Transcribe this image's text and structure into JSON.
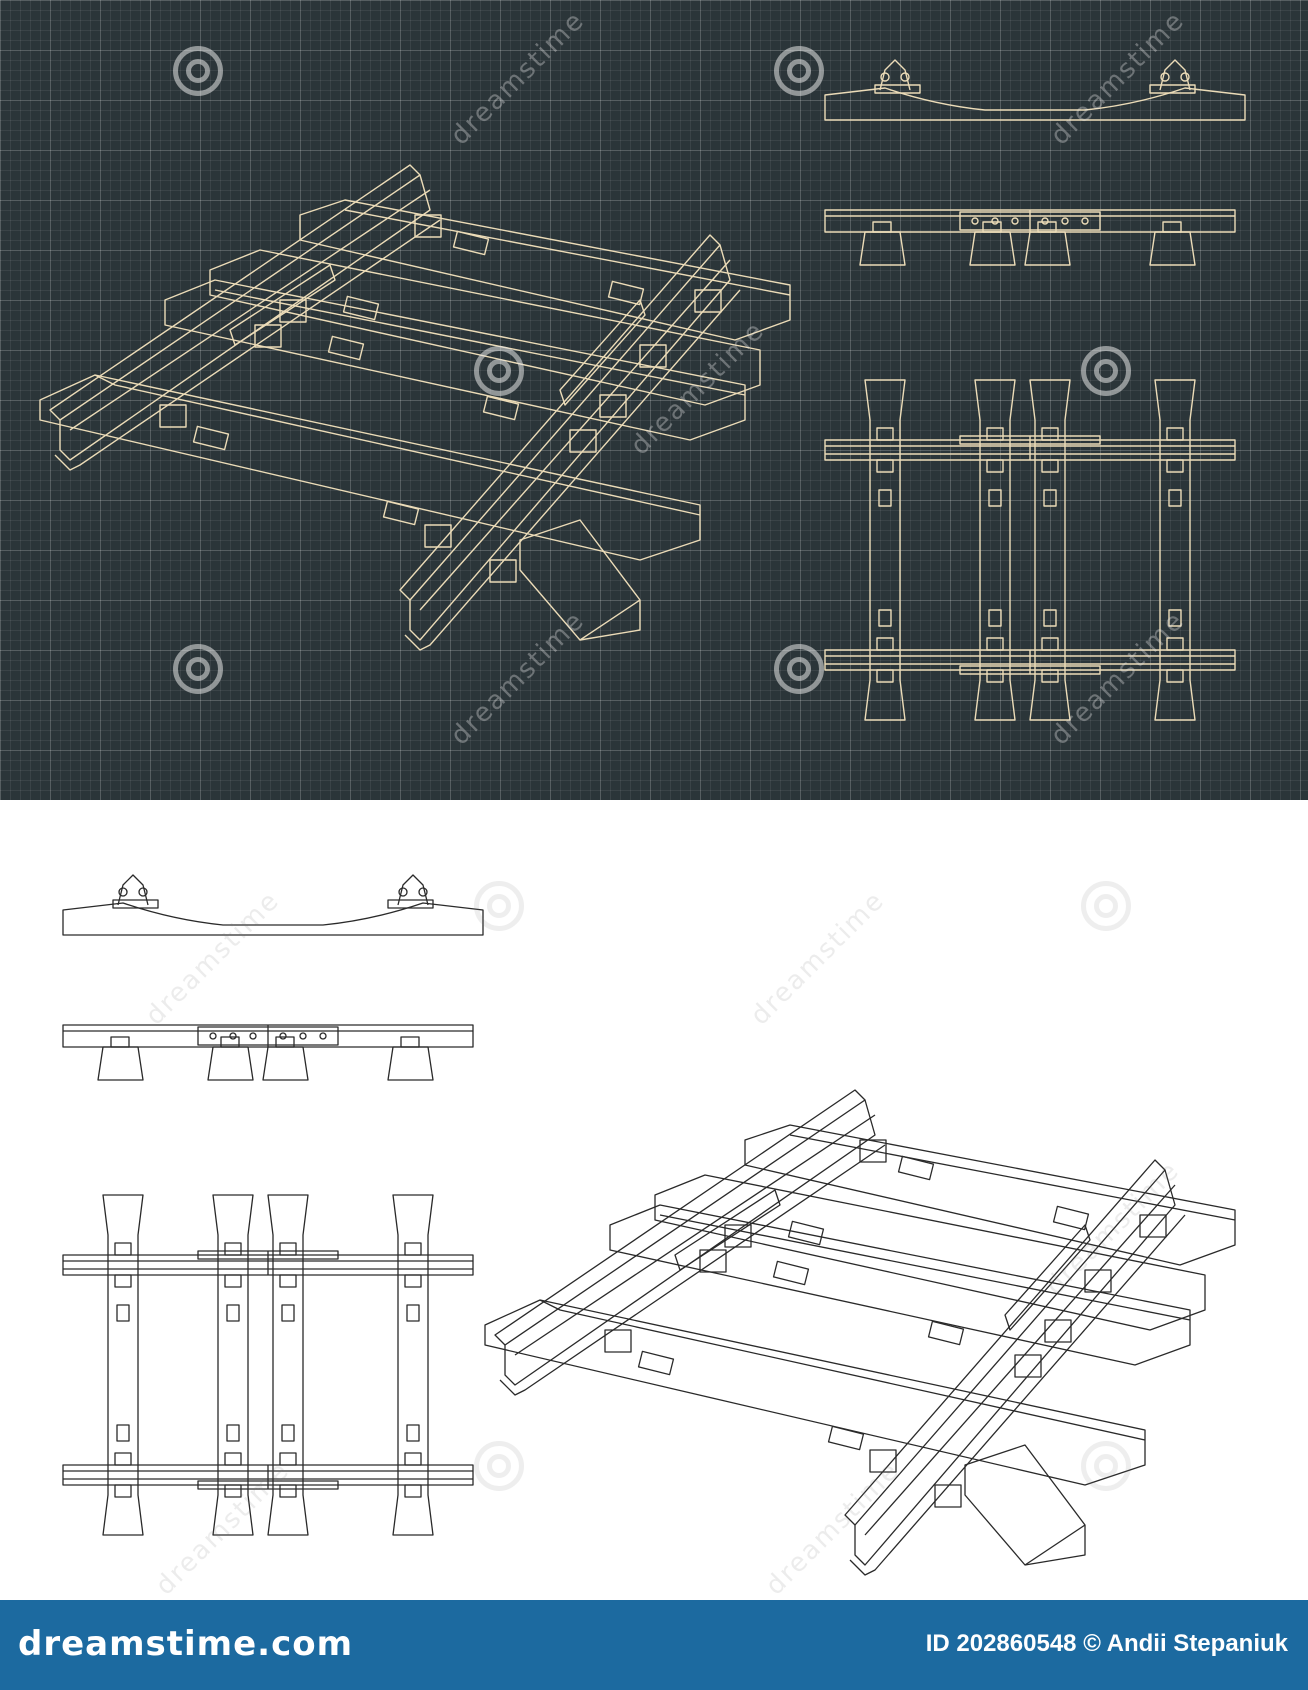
{
  "watermark": {
    "brand": "dreamstime",
    "icon": "spiral-logo-icon"
  },
  "footer": {
    "brand": "dreamstime.com",
    "image_id": "ID 202860548",
    "author": "© Andii Stepaniuk"
  },
  "colors": {
    "blueprint_background": "#2b3539",
    "blueprint_line": "#ecdcb8",
    "line_drawing_background": "#ffffff",
    "line_drawing_stroke": "#2a2a2a",
    "footer_background": "#1c6aa0"
  },
  "drawings": [
    "isometric-view",
    "side-profile-view",
    "front-elevation-view",
    "top-plan-view"
  ]
}
